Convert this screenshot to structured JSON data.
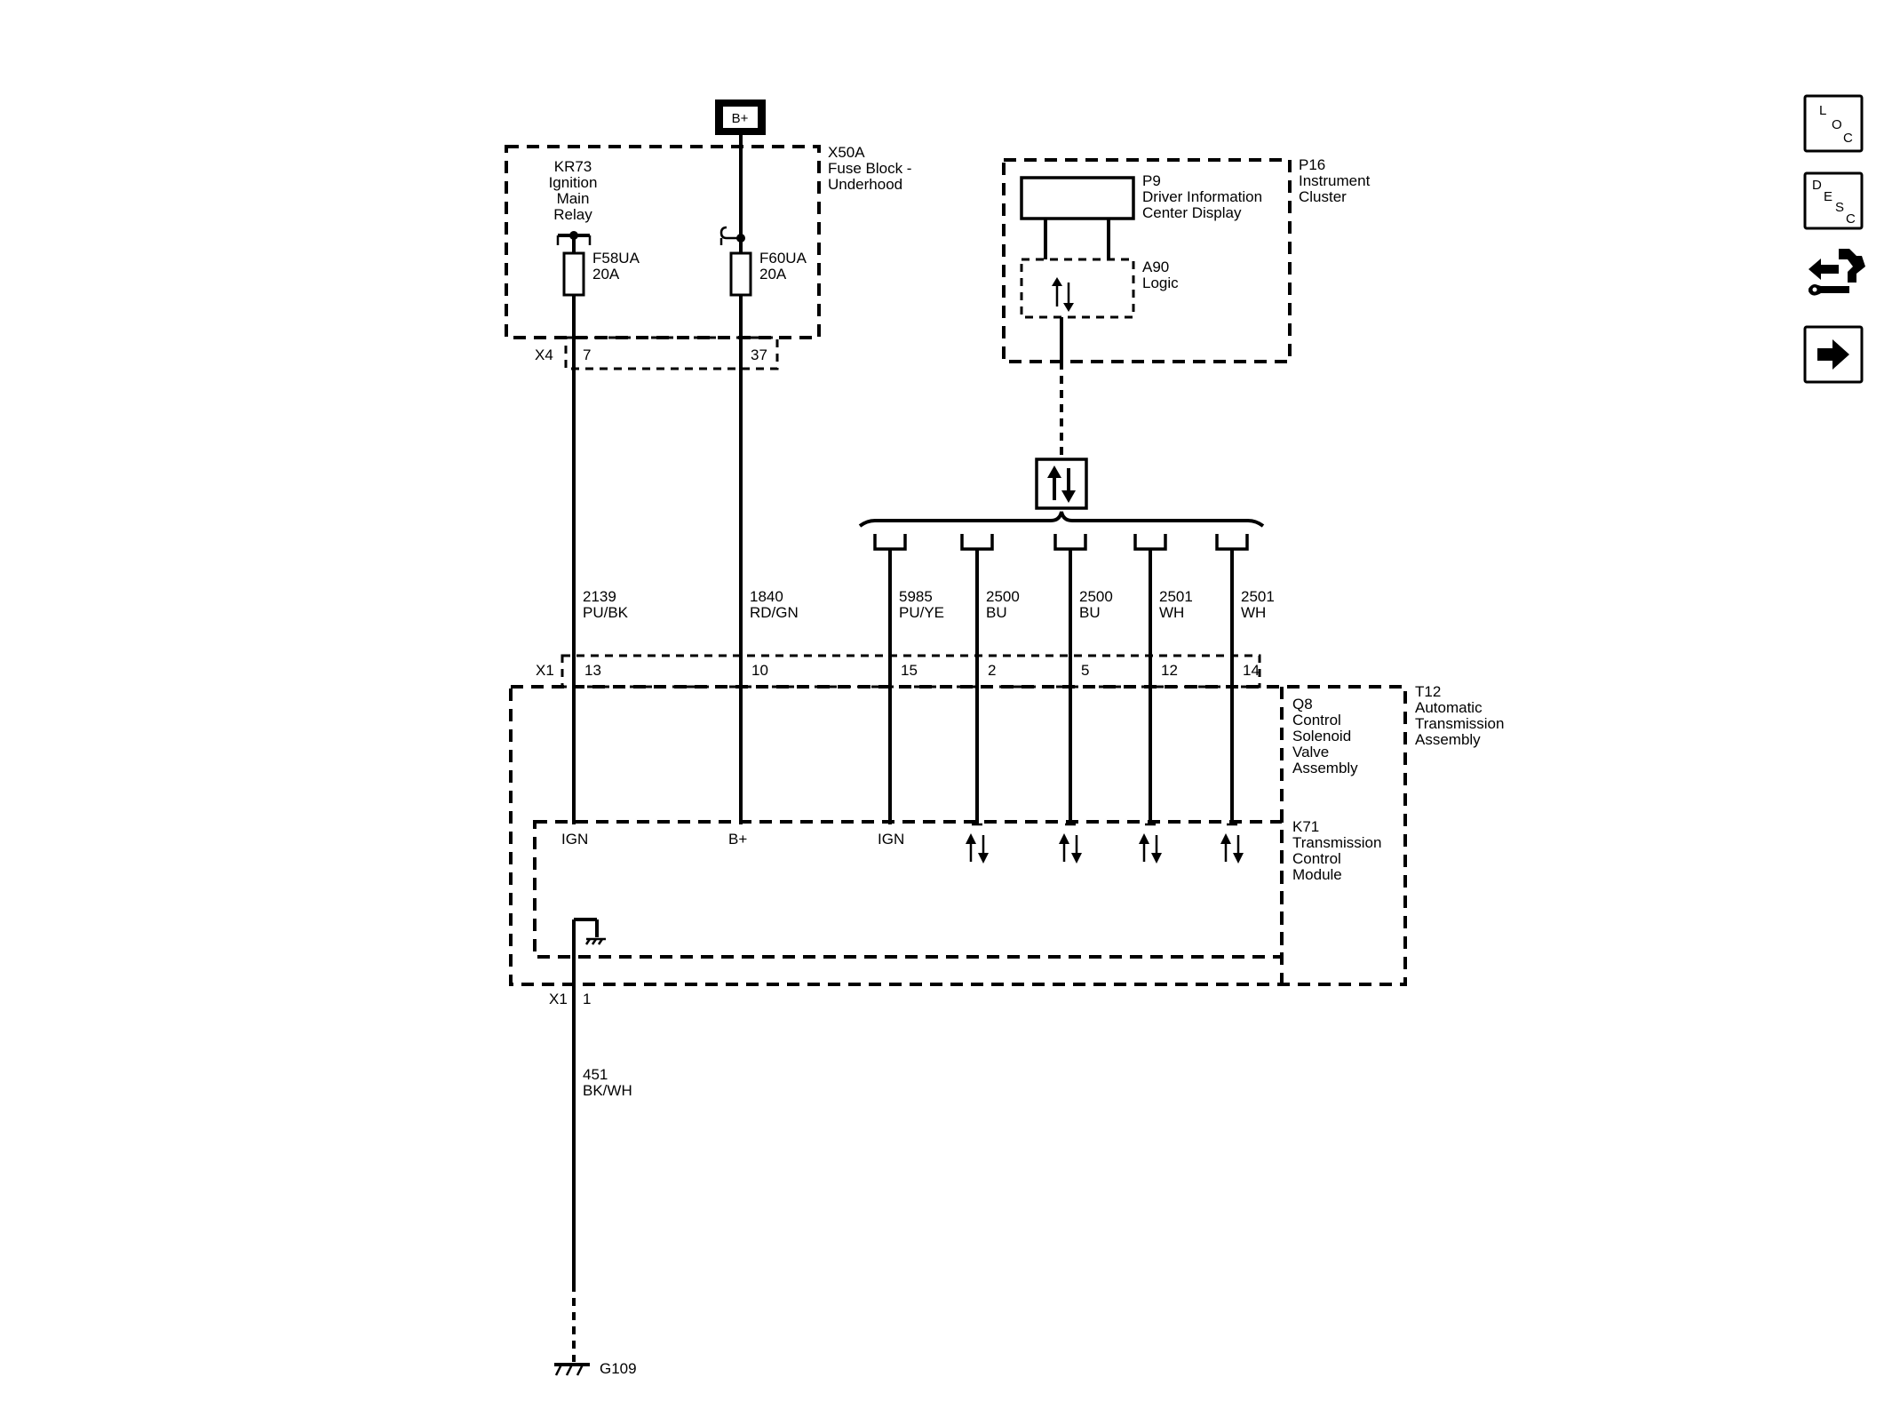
{
  "power": {
    "label": "B+"
  },
  "fuse_block": {
    "id": "X50A",
    "name_line1": "Fuse Block -",
    "name_line2": "Underhood",
    "relay_id": "KR73",
    "relay_line1": "Ignition",
    "relay_line2": "Main",
    "relay_line3": "Relay",
    "fuse1_id": "F58UA",
    "fuse1_rating": "20A",
    "fuse2_id": "F60UA",
    "fuse2_rating": "20A",
    "connector": "X4",
    "pin1": "7",
    "pin2": "37"
  },
  "cluster": {
    "id": "P16",
    "name_line1": "Instrument",
    "name_line2": "Cluster",
    "display_id": "P9",
    "display_line1": "Driver Information",
    "display_line2": "Center Display",
    "logic_id": "A90",
    "logic_name": "Logic"
  },
  "wires": [
    {
      "circuit": "2139",
      "color": "PU/BK",
      "pin": "13",
      "terminal": "IGN"
    },
    {
      "circuit": "1840",
      "color": "RD/GN",
      "pin": "10",
      "terminal": "B+"
    },
    {
      "circuit": "5985",
      "color": "PU/YE",
      "pin": "15",
      "terminal": "IGN"
    },
    {
      "circuit": "2500",
      "color": "BU",
      "pin": "2",
      "terminal": ""
    },
    {
      "circuit": "2500",
      "color": "BU",
      "pin": "5",
      "terminal": ""
    },
    {
      "circuit": "2501",
      "color": "WH",
      "pin": "12",
      "terminal": ""
    },
    {
      "circuit": "2501",
      "color": "WH",
      "pin": "14",
      "terminal": ""
    }
  ],
  "connector_x1": {
    "label": "X1",
    "ground_label": "X1",
    "ground_pin": "1"
  },
  "valve_assembly": {
    "id": "Q8",
    "line1": "Control",
    "line2": "Solenoid",
    "line3": "Valve",
    "line4": "Assembly"
  },
  "transmission": {
    "id": "T12",
    "line1": "Automatic",
    "line2": "Transmission",
    "line3": "Assembly"
  },
  "tcm": {
    "id": "K71",
    "line1": "Transmission",
    "line2": "Control",
    "line3": "Module"
  },
  "ground": {
    "circuit": "451",
    "color": "BK/WH",
    "id": "G109"
  },
  "nav": {
    "loc": {
      "l": "L",
      "o": "O",
      "c": "C"
    },
    "desc": {
      "d": "D",
      "e": "E",
      "s": "S",
      "c": "C"
    },
    "icons": [
      "connector-wrench-icon",
      "arrow-right-icon"
    ]
  }
}
